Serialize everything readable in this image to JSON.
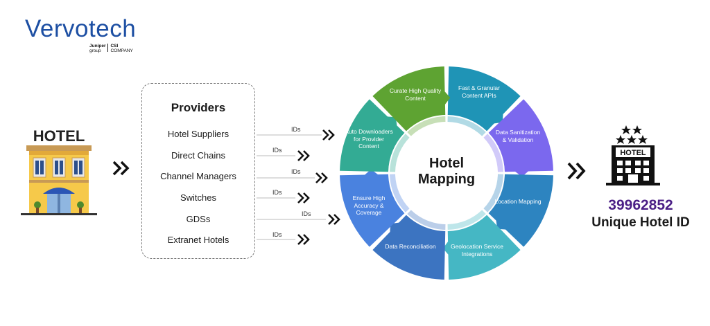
{
  "logo": {
    "name": "Vervotech",
    "sub_brand": "Juniper",
    "sub_group": "group",
    "sub_csi": "CSI",
    "sub_company": "COMPANY"
  },
  "hotel_building_sign": "HOTEL",
  "providers": {
    "title": "Providers",
    "items": [
      "Hotel Suppliers",
      "Direct Chains",
      "Channel Managers",
      "Switches",
      "GDSs",
      "Extranet Hotels"
    ]
  },
  "ids_label": "IDs",
  "wheel": {
    "center_title_line1": "Hotel",
    "center_title_line2": "Mapping",
    "segments": [
      {
        "label": "Curate High Quality Content",
        "color": "#1f94b6"
      },
      {
        "label": "Fast & Granular Content APIs",
        "color": "#7b68ee"
      },
      {
        "label": "Data Sanitization & Validation",
        "color": "#2d84c0"
      },
      {
        "label": "Location Mapping",
        "color": "#45b7c4"
      },
      {
        "label": "Geolocation Service Integrations",
        "color": "#3c74c1"
      },
      {
        "label": "Data Reconciliation",
        "color": "#4a82df"
      },
      {
        "label": "Ensure High Accuracy & Coverage",
        "color": "#33ab94"
      },
      {
        "label": "Auto Downloaders for Provider Content",
        "color": "#5ea332"
      }
    ]
  },
  "output_sign": "HOTEL",
  "unique_hotel_id": {
    "number": "39962852",
    "label": "Unique Hotel ID"
  }
}
